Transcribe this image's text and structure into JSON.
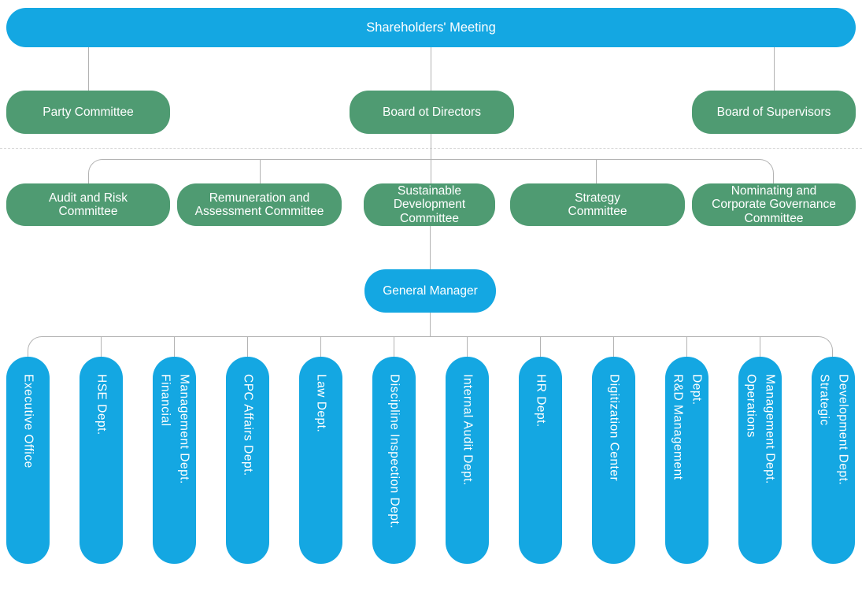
{
  "colors": {
    "node_blue": "#14a7e2",
    "node_green": "#4f9b72",
    "connector_gray": "#b3b3b3",
    "faint_dashed_gray": "#d9d9d9",
    "text_white": "#ffffff",
    "background": "#ffffff"
  },
  "nodes": {
    "root": "Shareholders' Meeting",
    "level2": [
      "Party Committee",
      "Board ot Directors",
      "Board of Supervisors"
    ],
    "committees": [
      "Audit and Risk\nCommittee",
      "Remuneration and\nAssessment Committee",
      "Sustainable\nDevelopment\nCommittee",
      "Strategy\nCommittee",
      "Nominating and\nCorporate Governance\nCommittee"
    ],
    "general_manager": "General Manager",
    "departments": [
      "Executive Office",
      "HSE Dept.",
      "Financial\nManagement Dept.",
      "CPC Affairs Dept.",
      "Law Dept.",
      "Discipline Inspection Dept.",
      "Internal Audit Dept.",
      "HR Dept.",
      "Digitization Center",
      "R&D Management\nDept.",
      "Operations\nManagement Dept.",
      "Strategic\nDevelopment Dept."
    ]
  }
}
